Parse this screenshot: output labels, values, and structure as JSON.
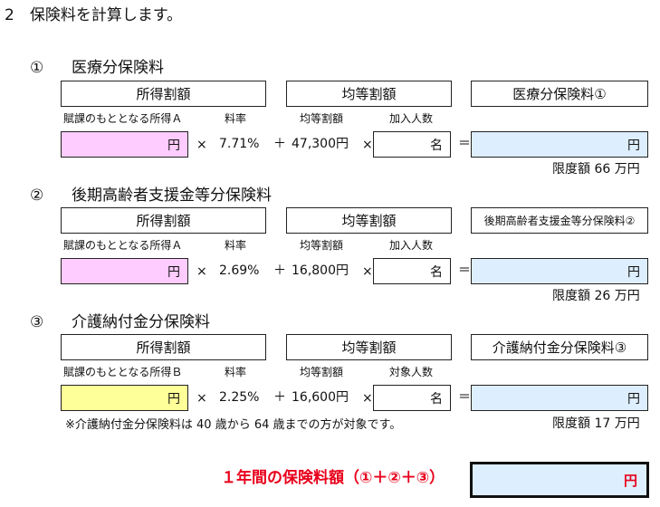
{
  "heading": "2　保険料を計算します。",
  "sections": [
    {
      "num": "①",
      "title": "医療分保険料",
      "h1": "所得割額",
      "h2": "均等割額",
      "h3": "医療分保険料①",
      "lbl_base": "賦課のもととなる所得Ａ",
      "lbl_rate": "料率",
      "lbl_equal": "均等割額",
      "lbl_count": "加入人数",
      "unit_yen": "円",
      "times": "×",
      "rate": "7.71%",
      "plus": "＋",
      "equal_amount": "47,300円",
      "unit_mei": "名",
      "eq": "＝",
      "limit": "限度額 66 万円"
    },
    {
      "num": "②",
      "title": "後期高齢者支援金等分保険料",
      "h1": "所得割額",
      "h2": "均等割額",
      "h3": "後期高齢者支援金等分保険料②",
      "lbl_base": "賦課のもととなる所得Ａ",
      "lbl_rate": "料率",
      "lbl_equal": "均等割額",
      "lbl_count": "加入人数",
      "unit_yen": "円",
      "times": "×",
      "rate": "2.69%",
      "plus": "＋",
      "equal_amount": "16,800円",
      "unit_mei": "名",
      "eq": "＝",
      "limit": "限度額 26 万円"
    },
    {
      "num": "③",
      "title": "介護納付金分保険料",
      "h1": "所得割額",
      "h2": "均等割額",
      "h3": "介護納付金分保険料③",
      "lbl_base": "賦課のもととなる所得Ｂ",
      "lbl_rate": "料率",
      "lbl_equal": "均等割額",
      "lbl_count": "対象人数",
      "unit_yen": "円",
      "times": "×",
      "rate": "2.25%",
      "plus": "＋",
      "equal_amount": "16,600円",
      "unit_mei": "名",
      "eq": "＝",
      "limit": "限度額 17 万円",
      "note": "※介護納付金分保険料は 40 歳から 64 歳までの方が対象です。"
    }
  ],
  "total": {
    "label": "１年間の保険料額（①＋②＋③）",
    "unit": "円"
  },
  "colors": {
    "pink": "#ffccff",
    "yellow": "#ffff99",
    "blue": "#ddeeff",
    "red": "#e8001b"
  }
}
